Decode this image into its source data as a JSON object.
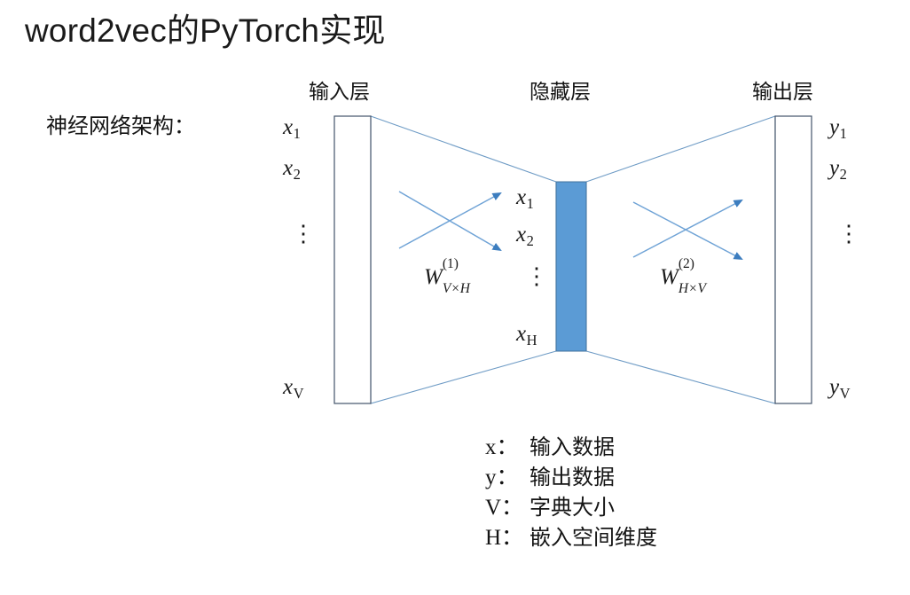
{
  "slide": {
    "title": "word2vec的PyTorch实现",
    "architecture_caption": "神经网络架构："
  },
  "diagram": {
    "layer_headings": {
      "input": "输入层",
      "hidden": "隐藏层",
      "output": "输出层"
    },
    "input_layer": {
      "labels": [
        "x₁",
        "x₂",
        "x_V"
      ],
      "ellipsis": "⋮",
      "label_1_base": "x",
      "label_1_sub": "1",
      "label_2_base": "x",
      "label_2_sub": "2",
      "label_V_base": "x",
      "label_V_sub": "V"
    },
    "hidden_layer": {
      "label_1_base": "x",
      "label_1_sub": "1",
      "label_2_base": "x",
      "label_2_sub": "2",
      "label_H_base": "x",
      "label_H_sub": "H",
      "ellipsis": "⋮",
      "fill_color": "#5B9BD5",
      "stroke_color": "#41719C"
    },
    "output_layer": {
      "label_1_base": "y",
      "label_1_sub": "1",
      "label_2_base": "y",
      "label_2_sub": "2",
      "label_V_base": "y",
      "label_V_sub": "V",
      "ellipsis": "⋮"
    },
    "weights": {
      "w1": {
        "base": "W",
        "superscript": "(1)",
        "subscript": "V×H"
      },
      "w2": {
        "base": "W",
        "superscript": "(2)",
        "subscript": "H×V"
      }
    },
    "colors": {
      "outline": "#6E9BC5",
      "arrow": "#5B9BD5",
      "hidden_fill": "#5B9BD5"
    }
  },
  "legend": {
    "rows": [
      {
        "key": "x：",
        "value": "输入数据"
      },
      {
        "key": "y：",
        "value": "输出数据"
      },
      {
        "key": "V：",
        "value": "字典大小"
      },
      {
        "key": "H：",
        "value": "嵌入空间维度"
      }
    ]
  }
}
